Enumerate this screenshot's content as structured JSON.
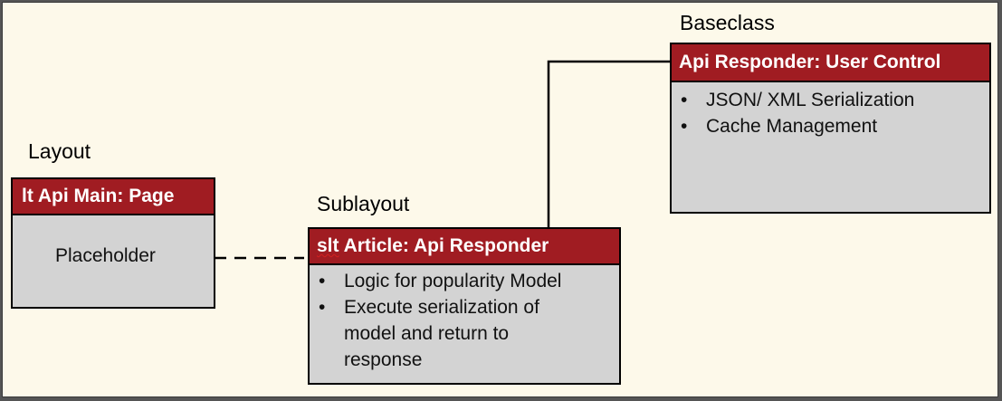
{
  "layout": {
    "title": "Layout",
    "box_header": "lt Api Main: Page",
    "placeholder": "Placeholder"
  },
  "sublayout": {
    "title": "Sublayout",
    "box_header_prefix": "slt",
    "box_header_rest": " Article: Api Responder",
    "bullets": [
      "Logic for popularity Model",
      "Execute serialization of model and return to response"
    ]
  },
  "baseclass": {
    "title": "Baseclass",
    "box_header": "Api Responder: User Control",
    "bullets": [
      "JSON/ XML Serialization",
      "Cache Management"
    ]
  },
  "colors": {
    "header_red": "#a01c22",
    "box_fill": "#d3d3d3",
    "background": "#fdf9ea"
  }
}
